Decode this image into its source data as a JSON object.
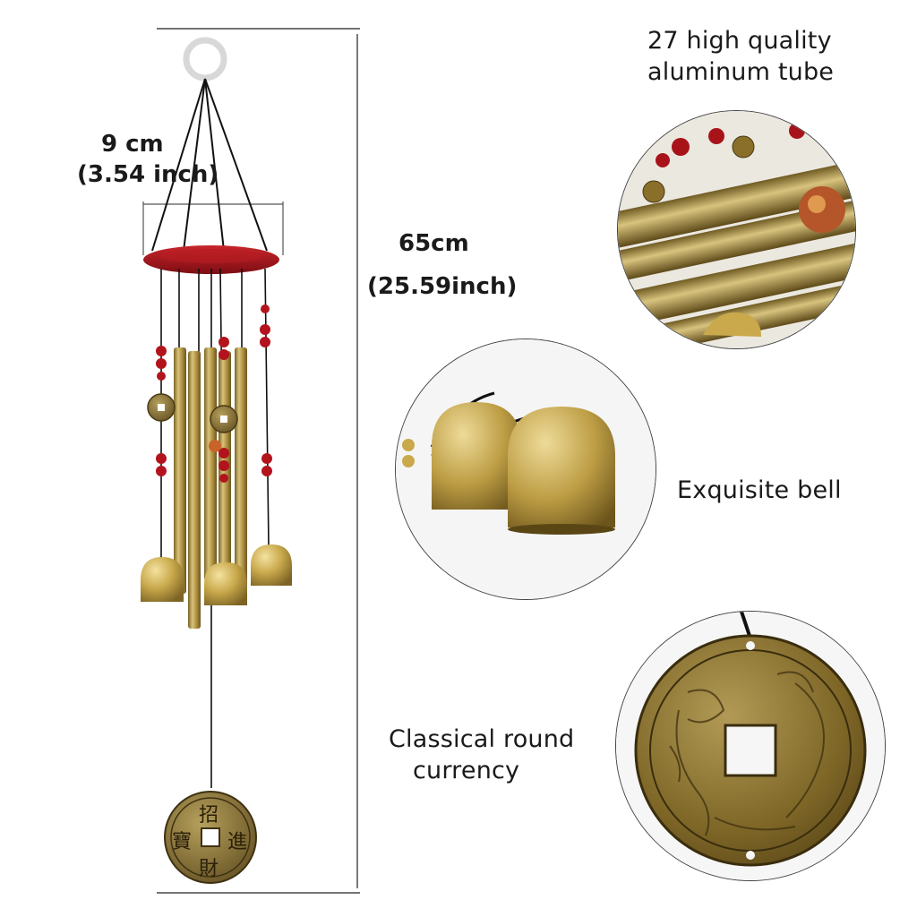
{
  "product": {
    "width_measure": {
      "cm": "9 cm",
      "inch": "(3.54 inch)"
    },
    "length_measure": {
      "cm": "65cm",
      "inch": "(25.59inch)"
    },
    "coin_characters": {
      "top": "招",
      "right": "進",
      "bottom": "財",
      "left": "寶"
    }
  },
  "features": [
    {
      "label_line1": "27 high quality",
      "label_line2": "aluminum tube",
      "icon": "tube-closeup"
    },
    {
      "label_line1": "Exquisite bell",
      "icon": "bell-closeup"
    },
    {
      "label_line1": "Classical round",
      "label_line2": "currency",
      "icon": "coin-closeup"
    }
  ],
  "colors": {
    "brass": "#b59a4a",
    "wood_red": "#a2141a",
    "bead_red": "#b3131c",
    "line": "#222222"
  }
}
